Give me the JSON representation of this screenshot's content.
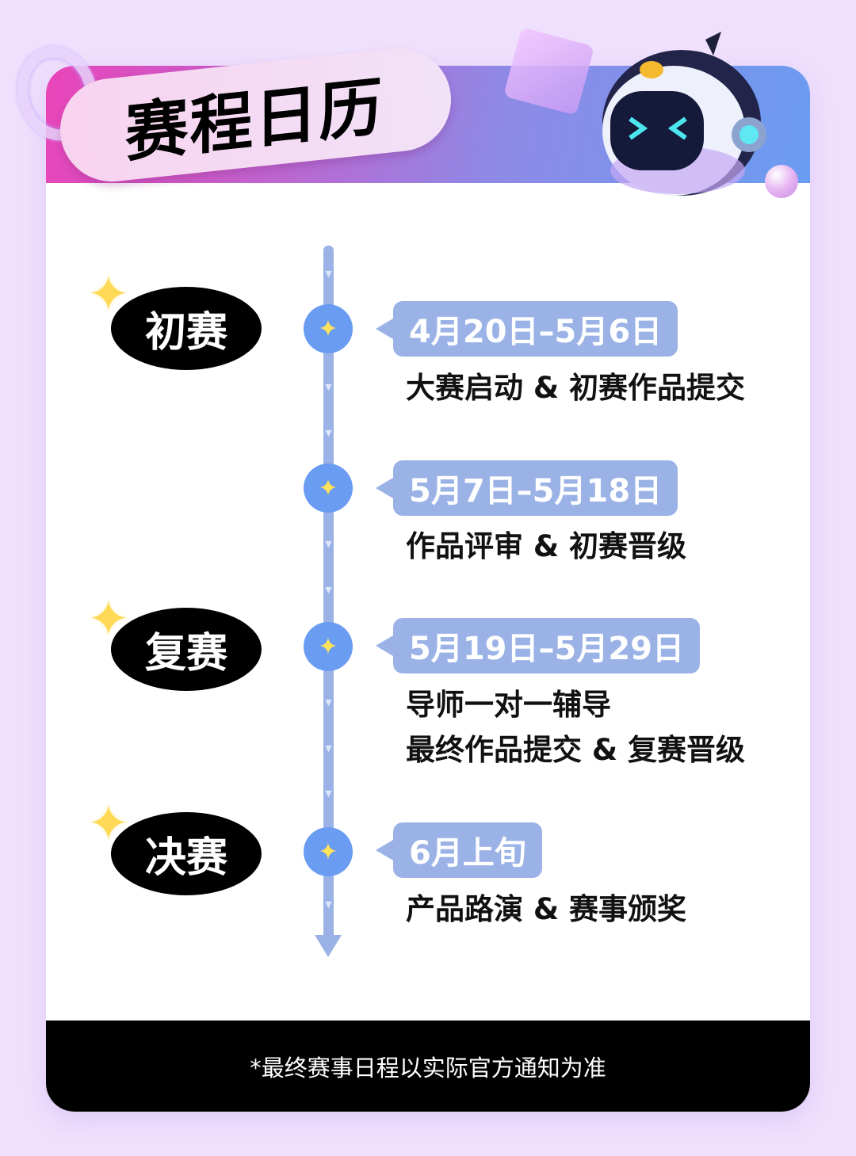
{
  "title": "赛程日历",
  "stages": [
    "初赛",
    "复赛",
    "决赛"
  ],
  "events": [
    {
      "date": "4月20日–5月6日",
      "desc": [
        "大赛启动 & 初赛作品提交"
      ]
    },
    {
      "date": "5月7日–5月18日",
      "desc": [
        "作品评审 & 初赛晋级"
      ]
    },
    {
      "date": "5月19日–5月29日",
      "desc": [
        "导师一对一辅导",
        "最终作品提交 & 复赛晋级"
      ]
    },
    {
      "date": "6月上旬",
      "desc": [
        "产品路演 & 赛事颁奖"
      ]
    }
  ],
  "footer": "*最终赛事日程以实际官方通知为准",
  "colors": {
    "accent": "#6a9cf2",
    "pill": "#9ab2e6",
    "star": "#ffe35a"
  }
}
